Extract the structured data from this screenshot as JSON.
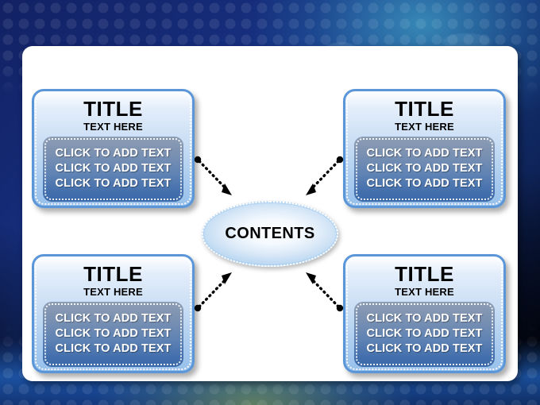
{
  "slide": {
    "center": {
      "label": "CONTENTS"
    },
    "boxes": [
      {
        "id": "top-left",
        "title": "TITLE",
        "subtitle": "TEXT HERE",
        "lines": [
          "CLICK TO ADD TEXT",
          "CLICK TO ADD TEXT",
          "CLICK TO ADD TEXT"
        ]
      },
      {
        "id": "top-right",
        "title": "TITLE",
        "subtitle": "TEXT HERE",
        "lines": [
          "CLICK TO ADD TEXT",
          "CLICK TO ADD TEXT",
          "CLICK TO ADD TEXT"
        ]
      },
      {
        "id": "bottom-left",
        "title": "TITLE",
        "subtitle": "TEXT HERE",
        "lines": [
          "CLICK TO ADD TEXT",
          "CLICK TO ADD TEXT",
          "CLICK TO ADD TEXT"
        ]
      },
      {
        "id": "bottom-right",
        "title": "TITLE",
        "subtitle": "TEXT HERE",
        "lines": [
          "CLICK TO ADD TEXT",
          "CLICK TO ADD TEXT",
          "CLICK TO ADD TEXT"
        ]
      }
    ],
    "connectors": [
      {
        "name": "connector-top-left-to-center",
        "direction": "inward"
      },
      {
        "name": "connector-top-right-to-center",
        "direction": "inward"
      },
      {
        "name": "connector-bottom-left-to-center",
        "direction": "inward"
      },
      {
        "name": "connector-bottom-right-to-center",
        "direction": "inward"
      }
    ],
    "colors": {
      "box_border": "#5a96d8",
      "box_fill_top": "#ffffff",
      "box_fill_bottom": "#97c0ea",
      "inner_panel_top": "#8d9db4",
      "inner_panel_bottom": "#3a68a8",
      "ellipse_fill": "#dceaf8",
      "panel_background": "#ffffff",
      "slide_background": "#122163",
      "text_dark": "#000000",
      "text_light": "#ffffff"
    }
  }
}
